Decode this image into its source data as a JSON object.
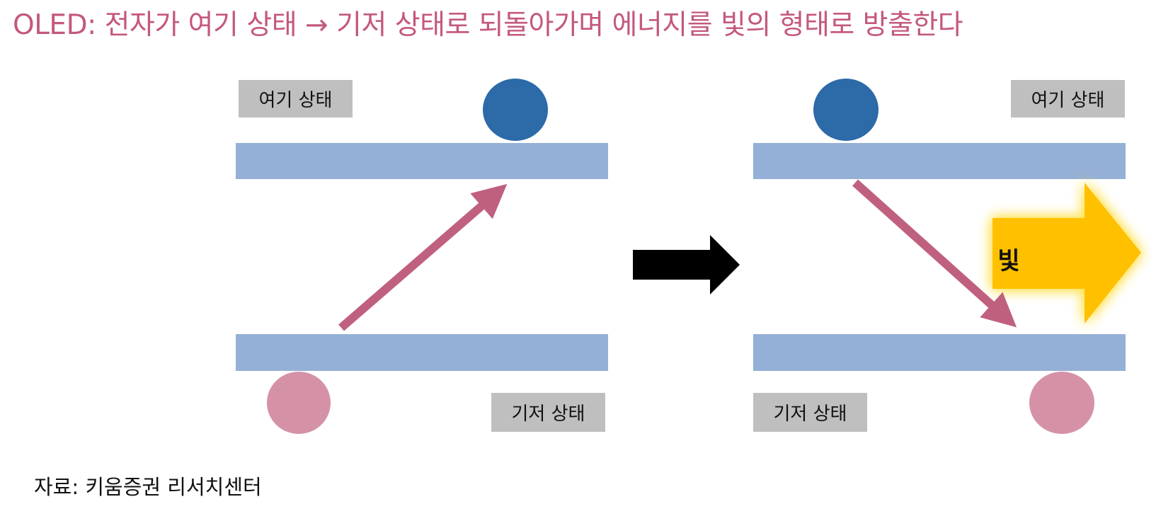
{
  "title": "OLED: 전자가 여기 상태 → 기저 상태로 되돌아가며 에너지를 빛의 형태로 방출한다",
  "left_panel": {
    "excited_label": "여기 상태",
    "ground_label": "기저 상태"
  },
  "right_panel": {
    "excited_label": "여기 상태",
    "ground_label": "기저 상태",
    "light_label": "빛"
  },
  "source": "자료: 키움증권 리서치센터",
  "colors": {
    "title": "#c4587f",
    "level_band": "#95b0d6",
    "excited_electron": "#2c6aa8",
    "ground_electron": "#d592a7",
    "transition_arrow": "#c0607f",
    "process_arrow": "#000000",
    "light_arrow": "#ffc000",
    "label_box": "#bfbfbf"
  }
}
